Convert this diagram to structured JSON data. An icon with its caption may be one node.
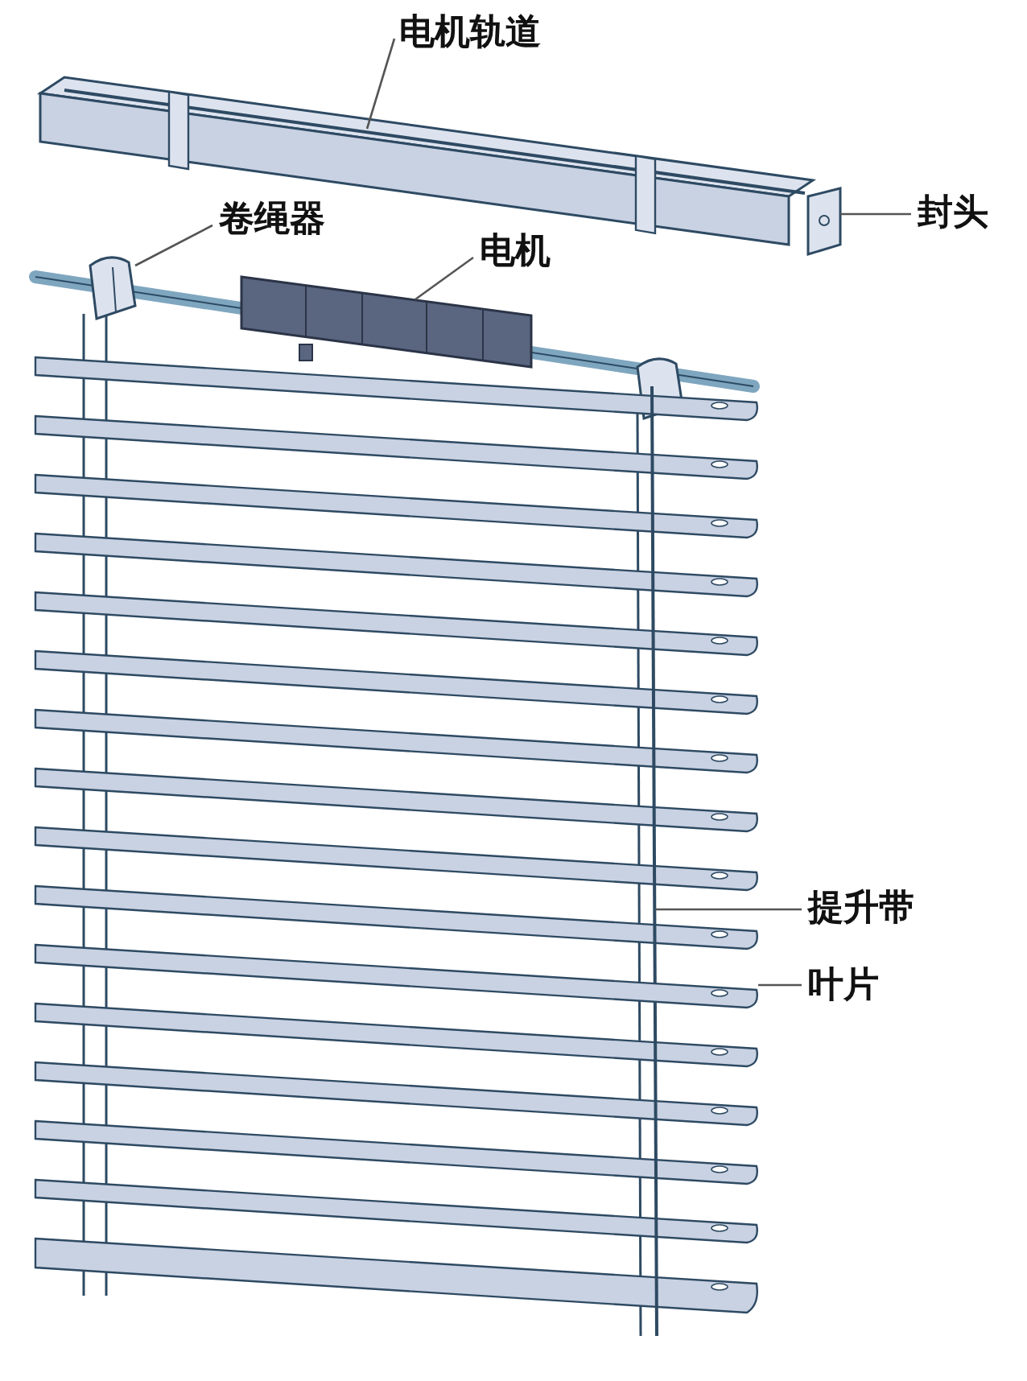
{
  "diagram": {
    "nodes": [
      {
        "text": [
          "电机轨道"
        ]
      },
      {
        "text": [],
        "shape": "box"
      },
      {
        "text": [
          "卷绳器"
        ]
      },
      {
        "text": [],
        "shape": "box"
      },
      {
        "text": [
          "电机"
        ]
      },
      {
        "text": [],
        "shape": "cylinder"
      },
      {
        "text": [
          "封头"
        ]
      },
      {
        "text": [],
        "shape": "box"
      },
      {
        "text": [
          "提升带"
        ]
      },
      {
        "text": [],
        "shape": "bar"
      },
      {
        "text": [
          "叶片"
        ]
      },
      {
        "text": [],
        "shape": "bar"
      }
    ],
    "edges": [
      {
        "from": 0,
        "to": 1,
        "arrow": "none"
      },
      {
        "from": 2,
        "to": 3,
        "arrow": "none"
      },
      {
        "from": 4,
        "to": 5,
        "arrow": "none"
      },
      {
        "from": 6,
        "to": 7,
        "arrow": "none"
      },
      {
        "from": 8,
        "to": 9,
        "arrow": "none"
      },
      {
        "from": 10,
        "to": 11,
        "arrow": "none"
      }
    ]
  }
}
